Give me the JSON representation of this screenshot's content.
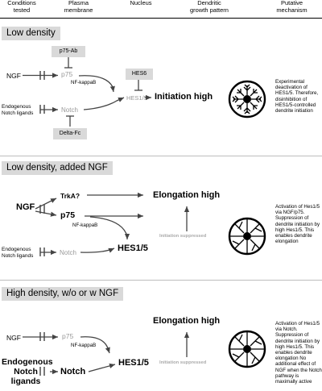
{
  "header": {
    "col1": "Conditions\ntested",
    "col2": "Plasma\nmembrane",
    "col3": "Nucleus",
    "col4": "Dendritic\ngrowth pattern",
    "col5": "Putative\nmechanism"
  },
  "panel1": {
    "title": "Low density",
    "p75ab": "p75-Ab",
    "ngf": "NGF",
    "p75": "p75",
    "nfkb": "NF-kappaB",
    "hes6": "HES6",
    "hes15": "HES1/5",
    "initiation": "Initiation high",
    "endo": "Endogenous\nNotch ligands",
    "notch": "Notch",
    "deltafc": "Delta-Fc",
    "mechanism": "Experimental deactivation of HES1/5. Therefore, disinhibition of HES1/5-controlled dendrite initiation"
  },
  "panel2": {
    "title": "Low density, added NGF",
    "ngf": "NGF",
    "trka": "TrkA?",
    "p75": "p75",
    "nfkb": "NF-kappaB",
    "elongation": "Elongation high",
    "hes15": "HES1/5",
    "suppressed": "Initiation suppressed",
    "endo": "Endogenous\nNotch ligands",
    "notch": "Notch",
    "mechanism": "Activation of Hes1/5 via NGF/p75. Suppression of dendrite initiation by high Hes1/5. This enables dendrite elongation"
  },
  "panel3": {
    "title": "High density, w/o or w NGF",
    "ngf": "NGF",
    "p75": "p75",
    "nfkb": "NF-kappaB",
    "elongation": "Elongation high",
    "endo": "Endogenous\nNotch\nligands",
    "notch": "Notch",
    "hes15": "HES1/5",
    "suppressed": "Initiation suppressed",
    "mechanism": "Activation of Hes1/5 via Notch. Suppression of dendrite initiation by high Hes1/5. This enables dendrite elongation No additional effect of NGF when the Notch pathway is maximally active"
  }
}
